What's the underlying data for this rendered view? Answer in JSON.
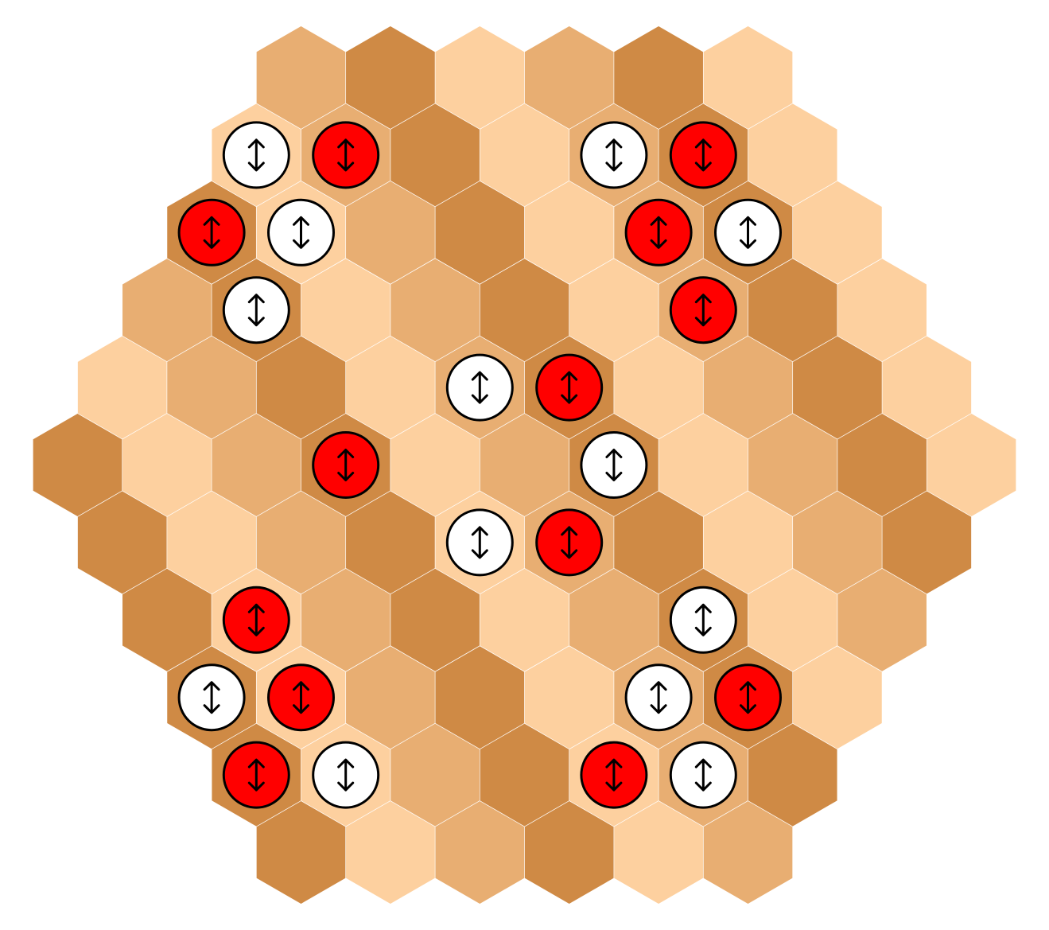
{
  "board": {
    "shape": "hexagonal",
    "radius": 5,
    "cell_shape": "flat-top-hexagon",
    "colors": {
      "light": "#FDD09F",
      "medium": "#E8AE72",
      "dark": "#CF8A45",
      "white_piece": "#FFFFFF",
      "red_piece": "#FF0000",
      "outline": "#000000",
      "background": "#FFFFFF"
    }
  },
  "piece_symbol": "up-down-arrow-icon",
  "pieces": [
    {
      "color": "white",
      "col": -3,
      "row": -4
    },
    {
      "color": "red",
      "col": -2,
      "row": -4
    },
    {
      "color": "white",
      "col": 1,
      "row": -4
    },
    {
      "color": "red",
      "col": 2,
      "row": -4
    },
    {
      "color": "red",
      "col": -4,
      "row": -3
    },
    {
      "color": "white",
      "col": -3,
      "row": -3
    },
    {
      "color": "red",
      "col": 1,
      "row": -3
    },
    {
      "color": "white",
      "col": 2,
      "row": -3
    },
    {
      "color": "white",
      "col": -3,
      "row": -2
    },
    {
      "color": "red",
      "col": 2,
      "row": -2
    },
    {
      "color": "white",
      "col": -1,
      "row": -1
    },
    {
      "color": "red",
      "col": 0,
      "row": -1
    },
    {
      "color": "red",
      "col": -2,
      "row": 0
    },
    {
      "color": "white",
      "col": 1,
      "row": 0
    },
    {
      "color": "white",
      "col": -1,
      "row": 1
    },
    {
      "color": "red",
      "col": 0,
      "row": 1
    },
    {
      "color": "red",
      "col": -3,
      "row": 2
    },
    {
      "color": "white",
      "col": 2,
      "row": 2
    },
    {
      "color": "white",
      "col": -4,
      "row": 3
    },
    {
      "color": "red",
      "col": -3,
      "row": 3
    },
    {
      "color": "white",
      "col": 1,
      "row": 3
    },
    {
      "color": "red",
      "col": 2,
      "row": 3
    },
    {
      "color": "red",
      "col": -3,
      "row": 4
    },
    {
      "color": "white",
      "col": -2,
      "row": 4
    },
    {
      "color": "red",
      "col": 1,
      "row": 4
    },
    {
      "color": "white",
      "col": 2,
      "row": 4
    }
  ]
}
